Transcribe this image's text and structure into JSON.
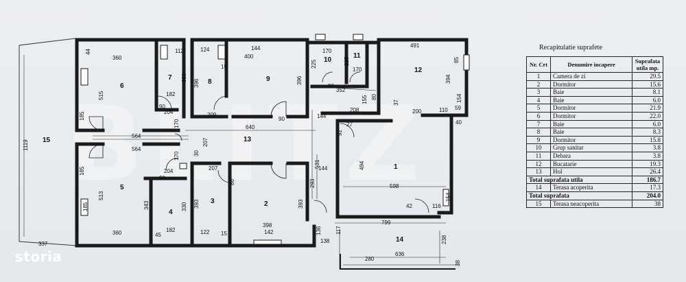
{
  "brand": "storia",
  "watermark": "BLITZ",
  "table": {
    "title": "Recapitulatie suprafete",
    "headers": [
      "Nr. Crt",
      "Denumire incapere",
      "Suprafata utila mp."
    ],
    "rows": [
      {
        "nr": "1",
        "name": "Camera de zi",
        "area": "29.5"
      },
      {
        "nr": "2",
        "name": "Dormitor",
        "area": "15.6"
      },
      {
        "nr": "3",
        "name": "Baie",
        "area": "8.1"
      },
      {
        "nr": "4",
        "name": "Baie",
        "area": "6.0"
      },
      {
        "nr": "5",
        "name": "Dormitor",
        "area": "21.9"
      },
      {
        "nr": "6",
        "name": "Dormitor",
        "area": "22.0"
      },
      {
        "nr": "7",
        "name": "Baie",
        "area": "6.0"
      },
      {
        "nr": "8",
        "name": "Baie",
        "area": "8.3"
      },
      {
        "nr": "9",
        "name": "Dormitor",
        "area": "15.8"
      },
      {
        "nr": "10",
        "name": "Grup sanitar",
        "area": "3.8"
      },
      {
        "nr": "11",
        "name": "Debara",
        "area": "3.8"
      },
      {
        "nr": "12",
        "name": "Bucatarie",
        "area": "19.3"
      },
      {
        "nr": "13",
        "name": "Hol",
        "area": "26.4"
      }
    ],
    "total_useful_label": "Total suprafata utila",
    "total_useful": "186.7",
    "row14": {
      "nr": "14",
      "name": "Terasa acoperita",
      "area": "17.3"
    },
    "total_label": "Total suprafata",
    "total": "204.0",
    "row15": {
      "nr": "15",
      "name": "Terasa neacoperita",
      "area": "38"
    }
  },
  "plan": {
    "rooms": {
      "r1": "1",
      "r2": "2",
      "r3": "3",
      "r4": "4",
      "r5": "5",
      "r6": "6",
      "r7": "7",
      "r8": "8",
      "r9": "9",
      "r10": "10",
      "r11": "11",
      "r12": "12",
      "r13": "13",
      "r14": "14",
      "r15": "15"
    },
    "dims": {
      "d337": "337",
      "d1119": "1119",
      "d360a": "360",
      "d360b": "360",
      "d44": "44",
      "d515": "515",
      "d513": "513",
      "d185a": "185",
      "d185b": "185",
      "d185c": "185",
      "d564a": "564",
      "d564b": "564",
      "d204a": "204",
      "d204b": "204",
      "d170a": "170",
      "d170b": "170",
      "d90a": "90",
      "d90b": "90",
      "d112": "112",
      "d330a": "330",
      "d182a": "182",
      "d343": "343",
      "d330b": "330",
      "d182b": "182",
      "d45": "45",
      "d124": "124",
      "d15a": "15",
      "d396a": "396",
      "d209": "209",
      "d207a": "207",
      "d30": "30",
      "d207b": "207",
      "d393a": "393",
      "d122": "122",
      "d15b": "15",
      "d144a": "144",
      "d400": "400",
      "d396b": "396",
      "d640": "640",
      "d90c": "90",
      "d86a": "86",
      "d398": "398",
      "d142": "142",
      "d393b": "393",
      "d225a": "225",
      "d170c": "170",
      "d225b": "225",
      "d170d": "170",
      "d90d": "90",
      "d352": "352",
      "d491": "491",
      "d85": "85",
      "d394": "394",
      "d154a": "154",
      "d208": "208",
      "d155": "155",
      "d200": "200",
      "d110": "110",
      "d59": "59",
      "d40": "40",
      "d144b": "144",
      "d144c": "144",
      "d531": "531",
      "d293": "293",
      "d494": "494",
      "d598": "598",
      "d42": "42",
      "d116": "116",
      "d154b": "154",
      "d799": "799",
      "d136": "136",
      "d138": "138",
      "d117": "117",
      "d636": "636",
      "d238": "238",
      "d280": "280",
      "d38": "38",
      "d27": "27",
      "d80": "80",
      "d37": "37",
      "d92": "92"
    }
  }
}
